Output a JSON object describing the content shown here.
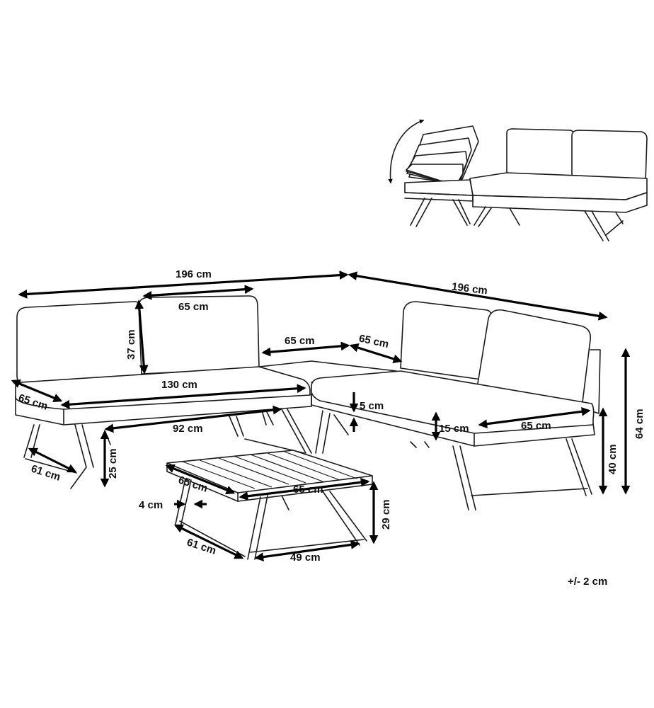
{
  "labels": {
    "sofa_left_width": "196 cm",
    "sofa_right_width": "196 cm",
    "back_cushion_width": "65 cm",
    "back_height": "37 cm",
    "corner_depth_a": "65 cm",
    "corner_depth_b": "65 cm",
    "seat_width": "130 cm",
    "left_depth": "65 cm",
    "seat_thickness": "5 cm",
    "seat_frame_height": "15 cm",
    "right_seat_width": "65 cm",
    "under_width": "92 cm",
    "leg_height": "25 cm",
    "leg_base": "61 cm",
    "seat_height": "40 cm",
    "total_height": "64 cm",
    "table_depth": "65 cm",
    "table_width": "65 cm",
    "table_top": "4 cm",
    "table_height": "29 cm",
    "table_leg_base": "61 cm",
    "table_inner": "49 cm"
  },
  "tolerance": "+/- 2 cm"
}
